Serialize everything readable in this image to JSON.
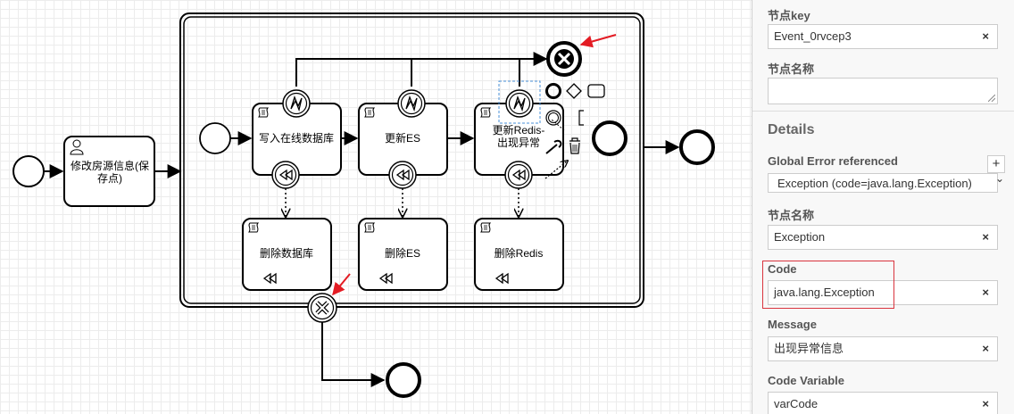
{
  "diagram": {
    "task_modify": "修改房源信息(保存点)",
    "task_modify_lines": [
      "修改房源信息(保",
      "存点)"
    ],
    "task_write_db": "写入在线数据库",
    "task_update_es": "更新ES",
    "task_update_redis_lines": [
      "更新Redis-",
      "出现异常"
    ],
    "comp_delete_db": "删除数据库",
    "comp_delete_es": "删除ES",
    "comp_delete_redis": "删除Redis",
    "arrow_color": "#e31b23"
  },
  "panel": {
    "node_key_label": "节点key",
    "node_key_value": "Event_0rvcep3",
    "node_name_label": "节点名称",
    "node_name_value": "",
    "details_heading": "Details",
    "global_error_label": "Global Error referenced",
    "global_error_value": "Exception (code=java.lang.Exception)",
    "add_button": "+",
    "node_name2_label": "节点名称",
    "node_name2_value": "Exception",
    "code_label": "Code",
    "code_value": "java.lang.Exception",
    "message_label": "Message",
    "message_value": "出现异常信息",
    "code_variable_label": "Code Variable",
    "code_variable_value": "varCode",
    "clear_glyph": "×",
    "select_arrow": "⌄",
    "highlight_color": "#d9343e"
  }
}
